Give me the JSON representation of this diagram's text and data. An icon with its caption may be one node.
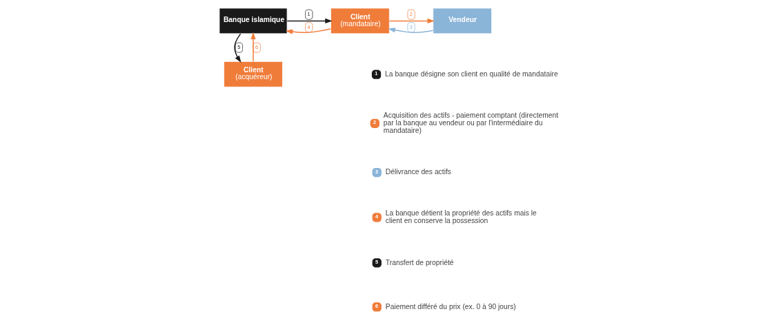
{
  "diagram": {
    "nodes": [
      {
        "text": [
          "Banque islamique"
        ]
      },
      {
        "text": [
          "Client",
          "(mandataire)"
        ]
      },
      {
        "text": [
          "Vendeur"
        ]
      },
      {
        "text": [
          "Client",
          "(acquéreur)"
        ]
      }
    ],
    "edges": [
      {
        "from": 0,
        "to": 1,
        "arrow": "to",
        "label": "1",
        "color": "#1a1a1a"
      },
      {
        "from": 1,
        "to": 2,
        "arrow": "to",
        "label": "2",
        "color": "#f07c3a"
      },
      {
        "from": 2,
        "to": 1,
        "arrow": "to",
        "label": "3",
        "color": "#8ab4d8"
      },
      {
        "from": 1,
        "to": 0,
        "arrow": "to",
        "label": "4",
        "color": "#f07c3a"
      },
      {
        "from": 0,
        "to": 3,
        "arrow": "to",
        "label": "5",
        "color": "#1a1a1a"
      },
      {
        "from": 3,
        "to": 0,
        "arrow": "to",
        "label": "6",
        "color": "#f07c3a"
      }
    ],
    "labels": [
      "1",
      "2",
      "3",
      "4",
      "5",
      "6"
    ],
    "legend": [
      {
        "text": "La banque désigne son client en qualité de mandataire",
        "color": "#1a1a1a"
      },
      {
        "text": "Acquisition des actifs - paiement comptant (directement par la banque au vendeur ou par l'intermédiaire du mandataire)",
        "color": "#f07c3a"
      },
      {
        "text": "Délivrance des actifs",
        "color": "#8ab4d8"
      },
      {
        "text": "La banque détient la propriété des actifs mais le client en conserve la possession",
        "color": "#f07c3a"
      },
      {
        "text": "Transfert de propriété",
        "color": "#1a1a1a"
      },
      {
        "text": "Paiement différé du prix (ex. 0 à 90 jours)",
        "color": "#f07c3a"
      }
    ]
  }
}
